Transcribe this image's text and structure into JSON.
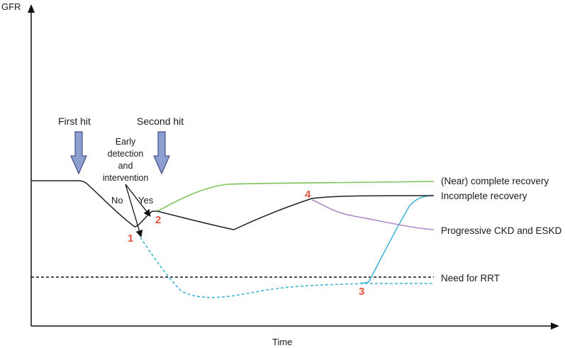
{
  "axes": {
    "y_label": "GFR",
    "x_label": "Time"
  },
  "hits": {
    "first": "First hit",
    "second": "Second hit"
  },
  "early": {
    "line1": "Early",
    "line2": "detection",
    "line3": "and",
    "line4": "intervention",
    "no": "No",
    "yes": "Yes"
  },
  "outcomes": {
    "complete": "(Near) complete recovery",
    "incomplete": "Incomplete recovery",
    "ckd": "Progressive CKD and ESKD",
    "rrt": "Need for RRT"
  },
  "markers": {
    "m1": "1",
    "m2": "2",
    "m3": "3",
    "m4": "4"
  },
  "colors": {
    "baseline": "#222222",
    "complete": "#7dc35b",
    "ckd": "#a98bc9",
    "rrt_path": "#3ab2d6",
    "arrow_fill": "#8e9fcf",
    "arrow_stroke": "#3e4f86",
    "marker": "#e5533d"
  }
}
